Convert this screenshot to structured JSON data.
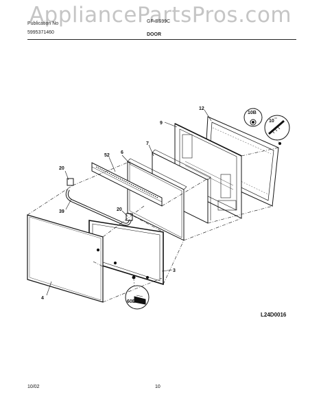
{
  "watermark": "AppliancePartsPros.com",
  "header": {
    "publication_label": "Publication No",
    "publication_number": "5995371460",
    "model": "GF-SS99C",
    "section": "DOOR"
  },
  "callouts": {
    "c12": "12",
    "c10b": "10B",
    "c10": "10",
    "c9": "9",
    "c7": "7",
    "c6": "6",
    "c52": "52",
    "c20a": "20",
    "c39": "39",
    "c20b": "20",
    "c3": "3",
    "c4": "4",
    "c60b": "60B"
  },
  "drawing_code": "L24D0016",
  "footer": {
    "date": "10/02",
    "page": "10"
  }
}
